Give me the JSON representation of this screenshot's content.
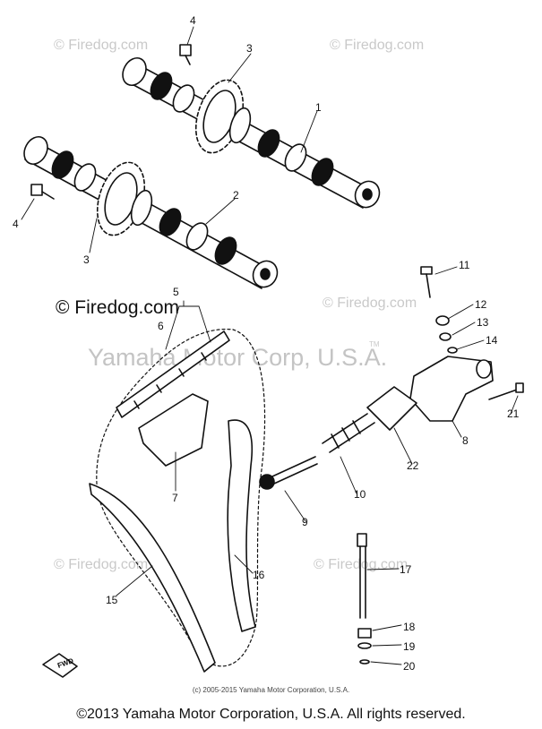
{
  "watermarks": {
    "small": "© Firedog.com",
    "main": "© Firedog.com",
    "big": "Yamaha Motor Corp, U.S.A.",
    "tm": "TM"
  },
  "labels": {
    "p1": "1",
    "p2": "2",
    "p3a": "3",
    "p3b": "3",
    "p4a": "4",
    "p4b": "4",
    "p5": "5",
    "p6": "6",
    "p7": "7",
    "p8": "8",
    "p9": "9",
    "p10": "10",
    "p11": "11",
    "p12": "12",
    "p13": "13",
    "p14": "14",
    "p15": "15",
    "p16": "16",
    "p17": "17",
    "p18": "18",
    "p19": "19",
    "p20": "20",
    "p21": "21",
    "p22": "22"
  },
  "fwd_mark": "FWD",
  "credit": "(c) 2005-2015 Yamaha Motor Corporation, U.S.A.",
  "footer": "©2013 Yamaha Motor Corporation, U.S.A. All rights reserved."
}
